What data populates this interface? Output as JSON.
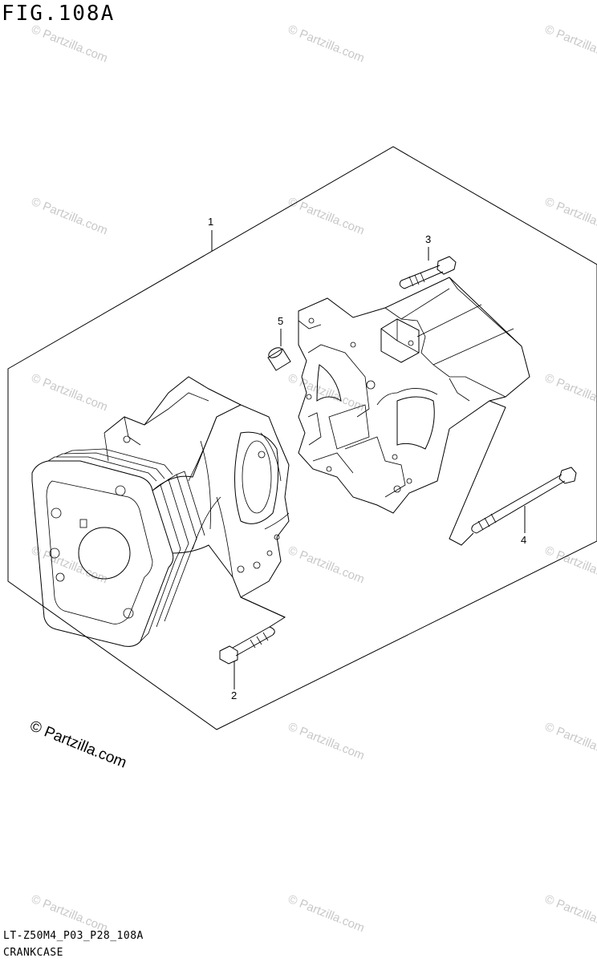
{
  "figure": {
    "title": "FIG.108A",
    "code": "LT-Z50M4_P03_P28_108A",
    "name": "CRANKCASE"
  },
  "callouts": [
    {
      "num": "1"
    },
    {
      "num": "2"
    },
    {
      "num": "3"
    },
    {
      "num": "4"
    },
    {
      "num": "5"
    }
  ],
  "watermark": {
    "text": "© Partzilla.com",
    "main_text": "© Partzilla.com"
  }
}
